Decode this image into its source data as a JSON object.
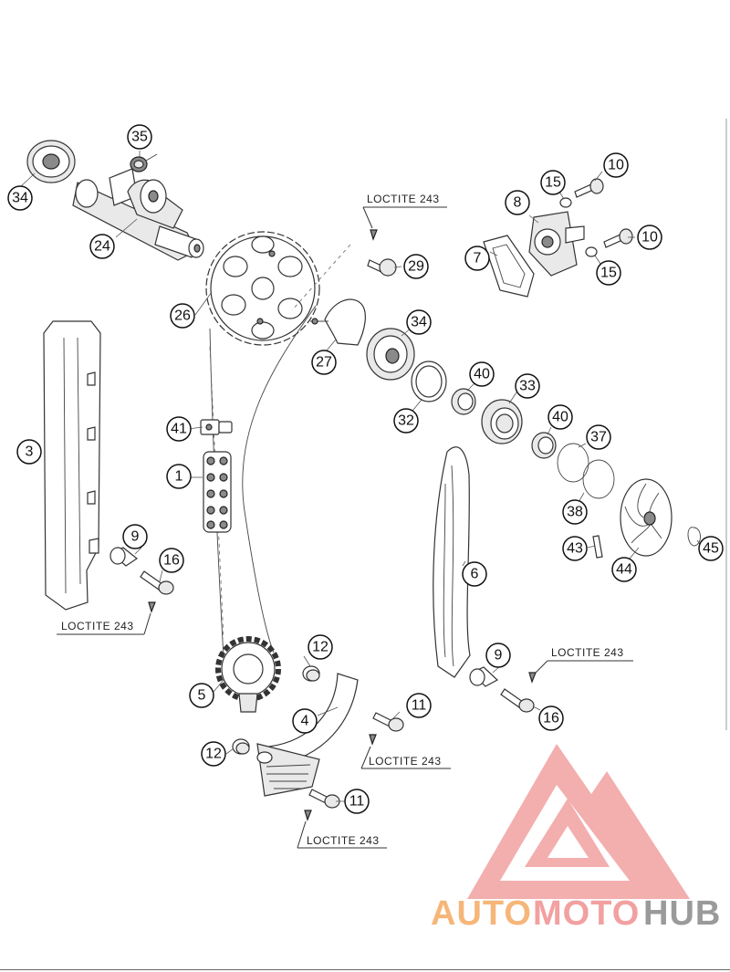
{
  "diagram": {
    "callouts": [
      {
        "id": "c35",
        "label": "35"
      },
      {
        "id": "c34a",
        "label": "34"
      },
      {
        "id": "c24",
        "label": "24"
      },
      {
        "id": "c26",
        "label": "26"
      },
      {
        "id": "c3",
        "label": "3"
      },
      {
        "id": "c41",
        "label": "41"
      },
      {
        "id": "c1",
        "label": "1"
      },
      {
        "id": "c9a",
        "label": "9"
      },
      {
        "id": "c16a",
        "label": "16"
      },
      {
        "id": "c5",
        "label": "5"
      },
      {
        "id": "c12a",
        "label": "12"
      },
      {
        "id": "c4",
        "label": "4"
      },
      {
        "id": "c12b",
        "label": "12"
      },
      {
        "id": "c11a",
        "label": "11"
      },
      {
        "id": "c11b",
        "label": "11"
      },
      {
        "id": "c29",
        "label": "29"
      },
      {
        "id": "c27",
        "label": "27"
      },
      {
        "id": "c34b",
        "label": "34"
      },
      {
        "id": "c32",
        "label": "32"
      },
      {
        "id": "c40a",
        "label": "40"
      },
      {
        "id": "c33",
        "label": "33"
      },
      {
        "id": "c40b",
        "label": "40"
      },
      {
        "id": "c37",
        "label": "37"
      },
      {
        "id": "c38",
        "label": "38"
      },
      {
        "id": "c43",
        "label": "43"
      },
      {
        "id": "c44",
        "label": "44"
      },
      {
        "id": "c45",
        "label": "45"
      },
      {
        "id": "c6",
        "label": "6"
      },
      {
        "id": "c9b",
        "label": "9"
      },
      {
        "id": "c16b",
        "label": "16"
      },
      {
        "id": "c8",
        "label": "8"
      },
      {
        "id": "c15a",
        "label": "15"
      },
      {
        "id": "c10a",
        "label": "10"
      },
      {
        "id": "c7",
        "label": "7"
      },
      {
        "id": "c10b",
        "label": "10"
      },
      {
        "id": "c15b",
        "label": "15"
      }
    ],
    "loctite": [
      {
        "id": "l1",
        "text": "LOCTITE 243"
      },
      {
        "id": "l2",
        "text": "LOCTITE 243"
      },
      {
        "id": "l3",
        "text": "LOCTITE 243"
      },
      {
        "id": "l4",
        "text": "LOCTITE 243"
      },
      {
        "id": "l5",
        "text": "LOCTITE 243"
      }
    ]
  },
  "watermark": {
    "part1": "AUTO",
    "part2": "MOTO",
    "part3": "HUB",
    "colors": {
      "auto": "#f6b679",
      "moto": "#f2a0a0",
      "hub": "#9a9a9a",
      "logo": "#f2a0a0"
    }
  }
}
